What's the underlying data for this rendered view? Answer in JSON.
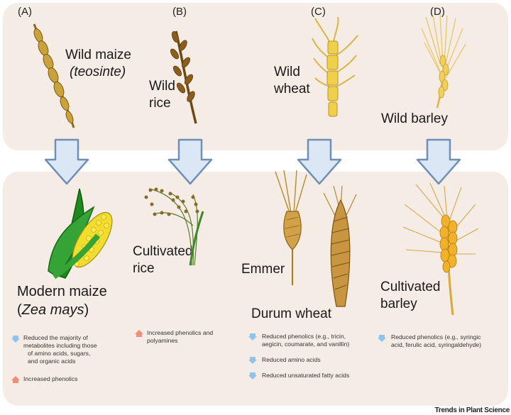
{
  "panels": {
    "A": {
      "letter": "(A)",
      "wild_line1": "Wild maize",
      "wild_line2": "(teosinte)",
      "dom_line1": "Modern maize",
      "dom_line2": "Zea mays",
      "dom_paren_open": "(",
      "dom_paren_close": ")",
      "notes": [
        {
          "dir": "down",
          "text_lines": [
            "Reduced the majority of",
            "metabolites including those",
            "of amino acids, sugars,",
            "and organic acids"
          ]
        },
        {
          "dir": "up",
          "text_lines": [
            "Increased phenolics"
          ]
        }
      ]
    },
    "B": {
      "letter": "(B)",
      "wild_line1": "Wild",
      "wild_line2": "rice",
      "dom_line1": "Cultivated",
      "dom_line2": "rice",
      "notes": [
        {
          "dir": "up",
          "text_lines": [
            "Increased phenolics and",
            "polyamines"
          ]
        }
      ]
    },
    "C": {
      "letter": "(C)",
      "wild_line1": "Wild",
      "wild_line2": "wheat",
      "dom_a": "Emmer",
      "dom_b": "Durum wheat",
      "notes": [
        {
          "dir": "down",
          "text_lines": [
            "Reduced phenolics (e.g., tricin,",
            "aegicin, coumarate, and vanillin)"
          ]
        },
        {
          "dir": "down",
          "text_lines": [
            "Reduced amino acids"
          ]
        },
        {
          "dir": "down",
          "text_lines": [
            "Reduced unsaturated fatty acids"
          ]
        }
      ]
    },
    "D": {
      "letter": "(D)",
      "wild_line1": "Wild barley",
      "dom_line1": "Cultivated",
      "dom_line2": "barley",
      "notes": [
        {
          "dir": "down",
          "text_lines": [
            "Reduced phenolics (e.g., syringic",
            "acid, ferulic acid, syringaldehyde)"
          ]
        }
      ]
    }
  },
  "footer": "Trends in Plant Science",
  "colors": {
    "panel_bg": "#f6ece6",
    "arrow_fill": "#dbe7f5",
    "arrow_stroke": "#6f8fb8",
    "down_icon": "#8fc3ec",
    "up_icon": "#ee8f7a"
  }
}
